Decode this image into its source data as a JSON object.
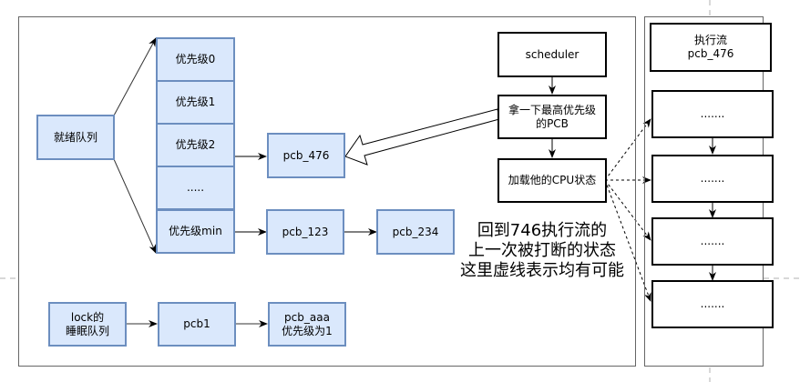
{
  "ready_queue": {
    "label": "就绪队列",
    "levels": [
      "优先级0",
      "优先级1",
      "优先级2",
      ".....",
      "优先级min"
    ]
  },
  "ready_pcbs": {
    "level2": [
      "pcb_476"
    ],
    "level_min": [
      "pcb_123",
      "pcb_234"
    ]
  },
  "sleep_queue": {
    "label_line1": "lock的",
    "label_line2": "睡眠队列",
    "pcbs": [
      "pcb1"
    ],
    "pcb_aaa_line1": "pcb_aaa",
    "pcb_aaa_line2": "优先级为1"
  },
  "scheduler": {
    "steps": [
      "scheduler",
      "拿一下最高优先级",
      "的PCB",
      "加载他的CPU状态"
    ]
  },
  "exec_flow": {
    "title_line1": "执行流",
    "title_line2": "pcb_476",
    "steps": [
      ".......",
      ".......",
      ".......",
      "......."
    ]
  },
  "note": {
    "lines": [
      "回到746执行流的",
      "上一次被打断的状态",
      "这里虚线表示均有可能"
    ]
  },
  "colors": {
    "queue_fill": "#dae8fc",
    "queue_border": "#6c8ebf",
    "frame_border": "#666666",
    "guide_dash": "#cccccc"
  }
}
